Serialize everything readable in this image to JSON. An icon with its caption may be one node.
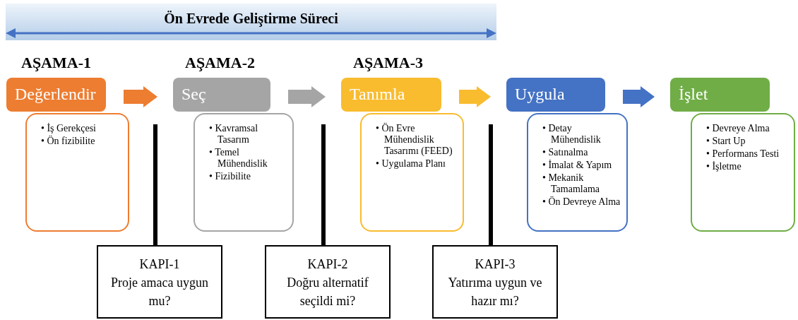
{
  "diagram": {
    "title": "Ön Evrede Geliştirme Süreci",
    "nodes": [
      {
        "text": [
          "Değerlendir"
        ]
      },
      {
        "text": [
          "• İş Gerekçesi",
          "• Ön fizibilite"
        ]
      },
      {
        "text": [
          "Seç"
        ]
      },
      {
        "text": [
          "• Kavramsal Tasarım",
          "• Temel Mühendislik",
          "• Fizibilite"
        ]
      },
      {
        "text": [
          "Tanımla"
        ]
      },
      {
        "text": [
          "• Ön Evre Mühendislik Tasarımı (FEED)",
          "• Uygulama Planı"
        ]
      },
      {
        "text": [
          "Uygula"
        ]
      },
      {
        "text": [
          "• Detay Mühendislik",
          "• Satınalma",
          "• İmalat & Yapım",
          "• Mekanik Tamamlama",
          "• Ön Devreye Alma"
        ]
      },
      {
        "text": [
          "İşlet"
        ]
      },
      {
        "text": [
          "• Devreye Alma",
          "• Start Up",
          "• Performans Testi",
          "• İşletme"
        ]
      },
      {
        "text": [
          "KAPI-1",
          "Proje amaca uygun mu?"
        ]
      },
      {
        "text": [
          "KAPI-2",
          "Doğru alternatif seçildi mi?"
        ]
      },
      {
        "text": [
          "KAPI-3",
          "Yatırıma uygun ve hazır mı?"
        ]
      }
    ],
    "edges": [
      {
        "from": 0,
        "to": 2,
        "arrow": "to",
        "color": "#ed7d31"
      },
      {
        "from": 2,
        "to": 4,
        "arrow": "to",
        "color": "#a5a5a5"
      },
      {
        "from": 4,
        "to": 6,
        "arrow": "to",
        "color": "#f9bc2f"
      },
      {
        "from": 6,
        "to": 8,
        "arrow": "to",
        "color": "#4472c4"
      },
      {
        "from": 10,
        "to": null,
        "arrow": "none"
      },
      {
        "from": 11,
        "to": null,
        "arrow": "none"
      },
      {
        "from": 12,
        "to": null,
        "arrow": "none"
      }
    ],
    "labels": [
      "AŞAMA-1",
      "AŞAMA-2",
      "AŞAMA-3"
    ]
  }
}
